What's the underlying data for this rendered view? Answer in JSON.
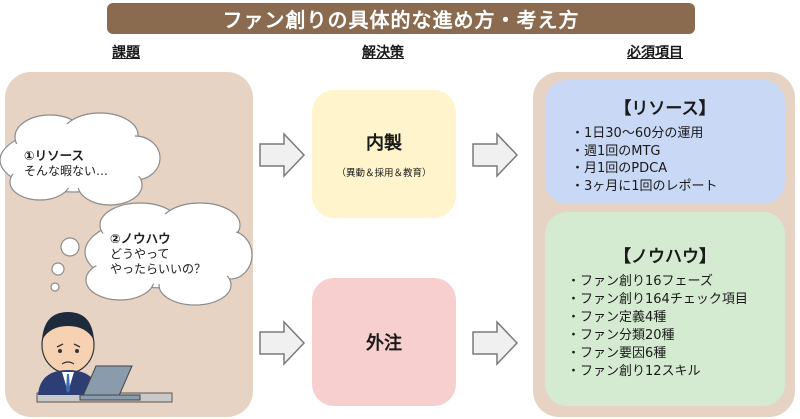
{
  "title": "ファン創りの具体的な進め方・考え方",
  "columns": {
    "issues": "課題",
    "solutions": "解決策",
    "requirements": "必須項目"
  },
  "thoughts": [
    {
      "label": "①リソース",
      "text": "そんな暇ない…"
    },
    {
      "label": "②ノウハウ",
      "line1": "どうやって",
      "line2": "やったらいいの？"
    }
  ],
  "solutions": [
    {
      "title": "内製",
      "sub": "（異動＆採用＆教育）"
    },
    {
      "title": "外注"
    }
  ],
  "requirements": [
    {
      "title": "【リソース】",
      "items": [
        "・1日30〜60分の運用",
        "・週1回のMTG",
        "・月1回のPDCA",
        "・3ヶ月に1回のレポート"
      ]
    },
    {
      "title": "【ノウハウ】",
      "items": [
        "・ファン創り16フェーズ",
        "・ファン創り164チェック項目",
        "・ファン定義4種",
        "・ファン分類20種",
        "・ファン要因6種",
        "・ファン創り12スキル"
      ]
    }
  ],
  "colors": {
    "title_bar": "#8a6b50",
    "panel": "#e6d3c3",
    "inhouse": "#fff4cc",
    "outsource": "#f8cfcf",
    "resource": "#c8d8f5",
    "knowhow": "#d5ebd1"
  }
}
